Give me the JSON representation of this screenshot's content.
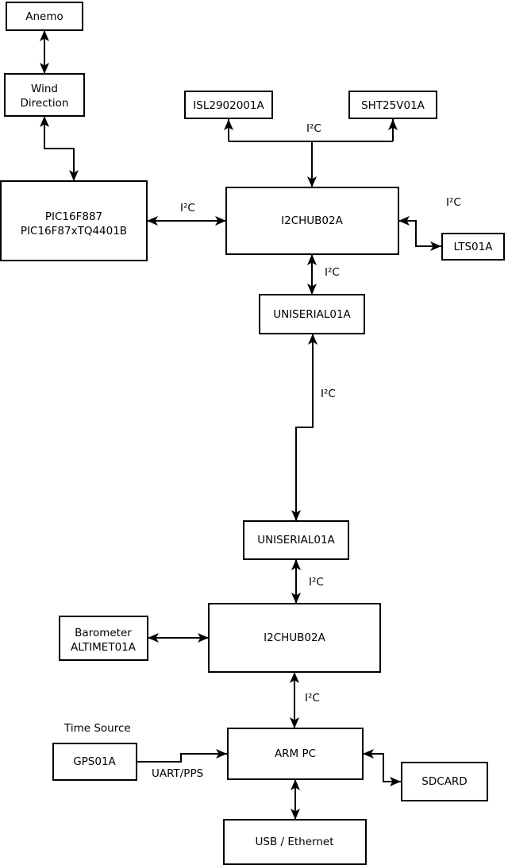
{
  "diagram": {
    "type": "block-diagram",
    "colors": {
      "line": "#000000",
      "box_fill": "#ffffff",
      "background": "#ffffff",
      "text": "#000000"
    },
    "nodes": {
      "anemo": {
        "label": "Anemo"
      },
      "wind_direction": {
        "line1": "Wind",
        "line2": "Direction"
      },
      "pic": {
        "line1": "PIC16F887",
        "line2": "PIC16F87xTQ4401B"
      },
      "isl": {
        "label": "ISL2902001A"
      },
      "sht": {
        "label": "SHT25V01A"
      },
      "hub1": {
        "label": "I2CHUB02A"
      },
      "lts": {
        "label": "LTS01A"
      },
      "uniserial1": {
        "label": "UNISERIAL01A"
      },
      "uniserial2": {
        "label": "UNISERIAL01A"
      },
      "hub2": {
        "label": "I2CHUB02A"
      },
      "barometer": {
        "line1": "Barometer",
        "line2": "ALTIMET01A"
      },
      "gps": {
        "label": "GPS01A"
      },
      "arm_pc": {
        "label": "ARM PC"
      },
      "sdcard": {
        "label": "SDCARD"
      },
      "usb_ethernet": {
        "label": "USB / Ethernet"
      }
    },
    "edge_labels": {
      "i2c": "I²C",
      "time_source": "Time Source",
      "uart_pps": "UART/PPS"
    }
  }
}
